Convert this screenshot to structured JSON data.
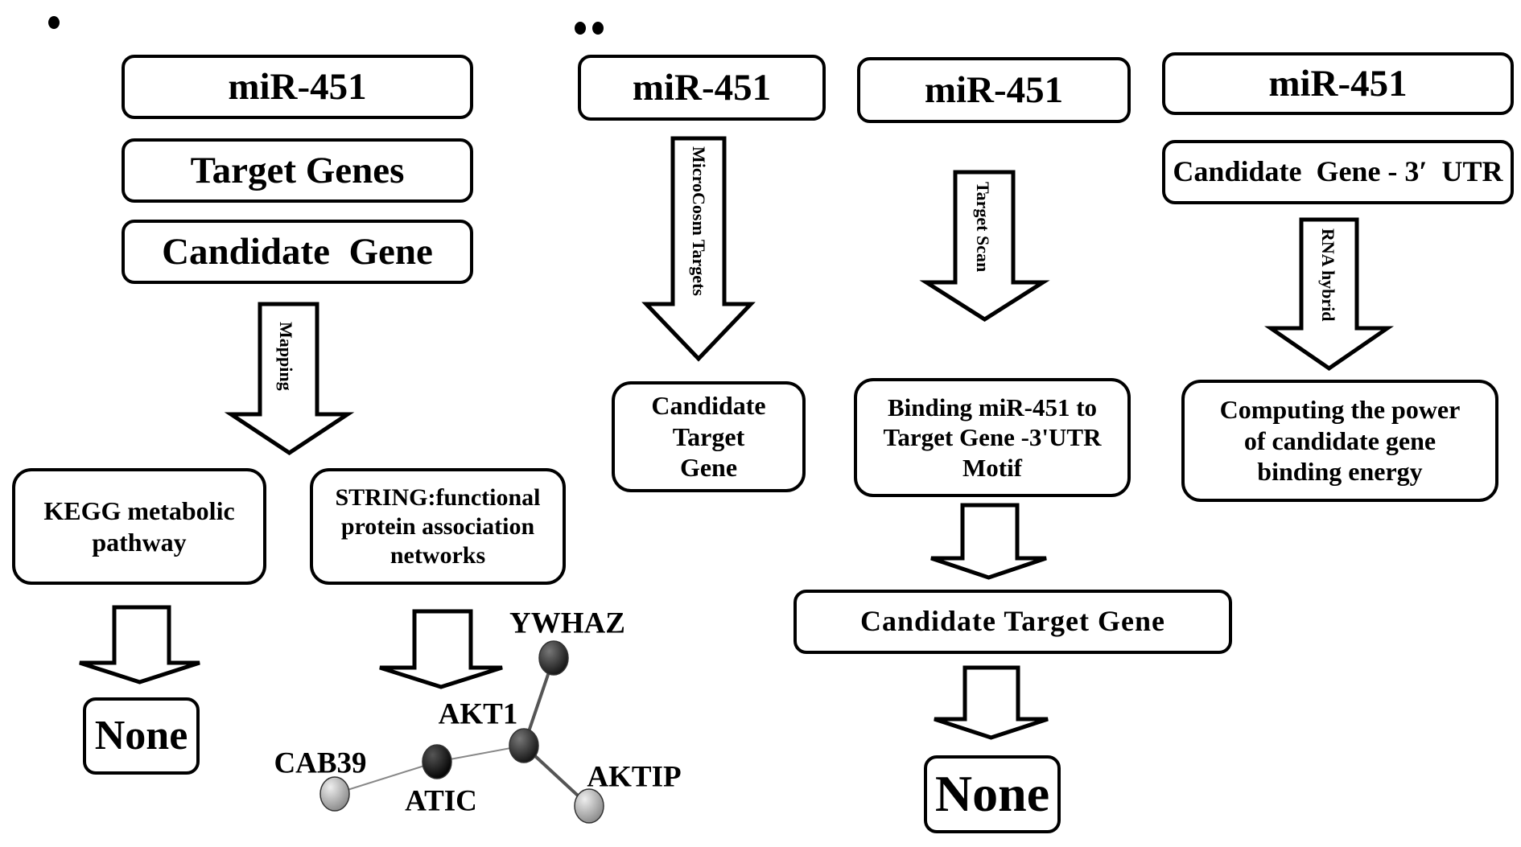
{
  "panels": [
    {
      "marker": "•",
      "boxes": {
        "top": "miR-451",
        "target_genes": "Target Genes",
        "candidate_gene": "Candidate  Gene",
        "kegg": [
          "KEGG metabolic",
          "pathway"
        ],
        "string": [
          "STRING:functional",
          "protein association",
          "networks"
        ],
        "kegg_result": "None"
      },
      "arrows": {
        "mapping": "Mapping"
      },
      "network": {
        "nodes": [
          {
            "id": "YWHAZ",
            "label": "YWHAZ",
            "shade": "dark"
          },
          {
            "id": "AKT1",
            "label": "AKT1",
            "shade": "dark"
          },
          {
            "id": "ATIC",
            "label": "ATIC",
            "shade": "black"
          },
          {
            "id": "CAB39",
            "label": "CAB39",
            "shade": "light"
          },
          {
            "id": "AKTIP",
            "label": "AKTIP",
            "shade": "light"
          }
        ],
        "edges": [
          [
            "YWHAZ",
            "AKT1"
          ],
          [
            "AKT1",
            "ATIC"
          ],
          [
            "ATIC",
            "CAB39"
          ],
          [
            "AKT1",
            "AKTIP"
          ]
        ]
      }
    },
    {
      "marker": "••",
      "columns": [
        {
          "top": "miR-451",
          "arrow": "MicroCosm Targets",
          "result": [
            "Candidate",
            "Target",
            "Gene"
          ]
        },
        {
          "top": "miR-451",
          "arrow": "Target Scan",
          "result": [
            "Binding miR-451 to",
            "Target Gene -3'UTR",
            "Motif"
          ],
          "next": "Candidate Target Gene",
          "final": "None"
        },
        {
          "top": "miR-451",
          "second": "Candidate  Gene - 3′  UTR",
          "arrow": "RNA hybrid",
          "result": [
            "Computing the power",
            "of candidate gene",
            "binding energy"
          ]
        }
      ]
    }
  ]
}
